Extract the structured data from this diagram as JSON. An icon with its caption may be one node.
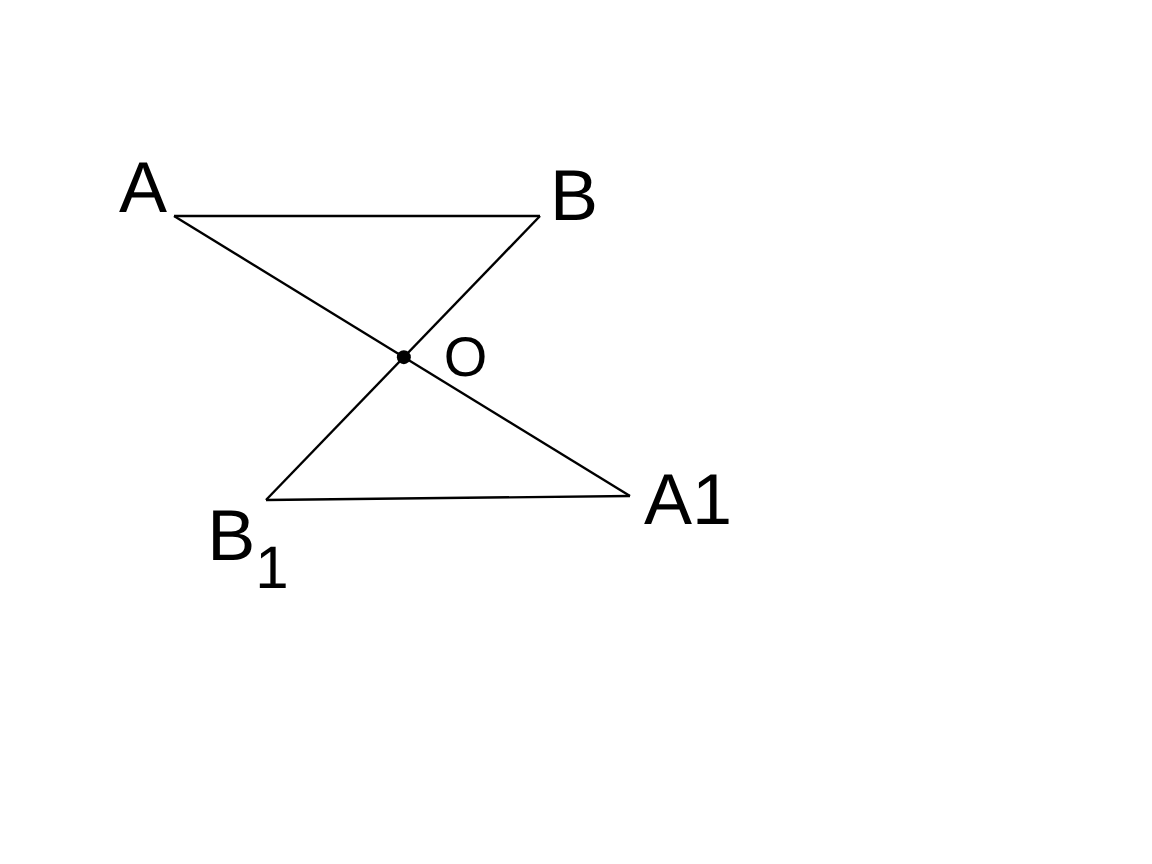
{
  "diagram": {
    "nodes": [
      {
        "text": [
          "A"
        ]
      },
      {
        "text": [
          "B"
        ]
      },
      {
        "text": [
          "B$_{1}$"
        ]
      },
      {
        "text": [
          "A1"
        ]
      }
    ],
    "edges": [
      {
        "from": 0,
        "to": 1,
        "arrow": "none"
      },
      {
        "from": 0,
        "to": 3,
        "arrow": "none"
      },
      {
        "from": 1,
        "to": 2,
        "arrow": "none"
      },
      {
        "from": 2,
        "to": 3,
        "arrow": "none"
      }
    ],
    "labels": [
      "O"
    ]
  }
}
